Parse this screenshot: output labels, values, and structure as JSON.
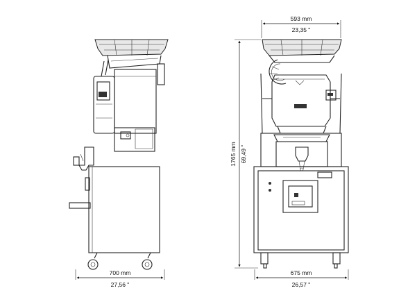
{
  "dimensions": {
    "side_width": {
      "metric": "700 mm",
      "imperial": "27,56 \""
    },
    "front_width": {
      "metric": "675 mm",
      "imperial": "26,57 \""
    },
    "top_width": {
      "metric": "593 mm",
      "imperial": "23,35 \""
    },
    "height": {
      "metric": "1765 mm",
      "imperial": "69,49 \""
    }
  }
}
